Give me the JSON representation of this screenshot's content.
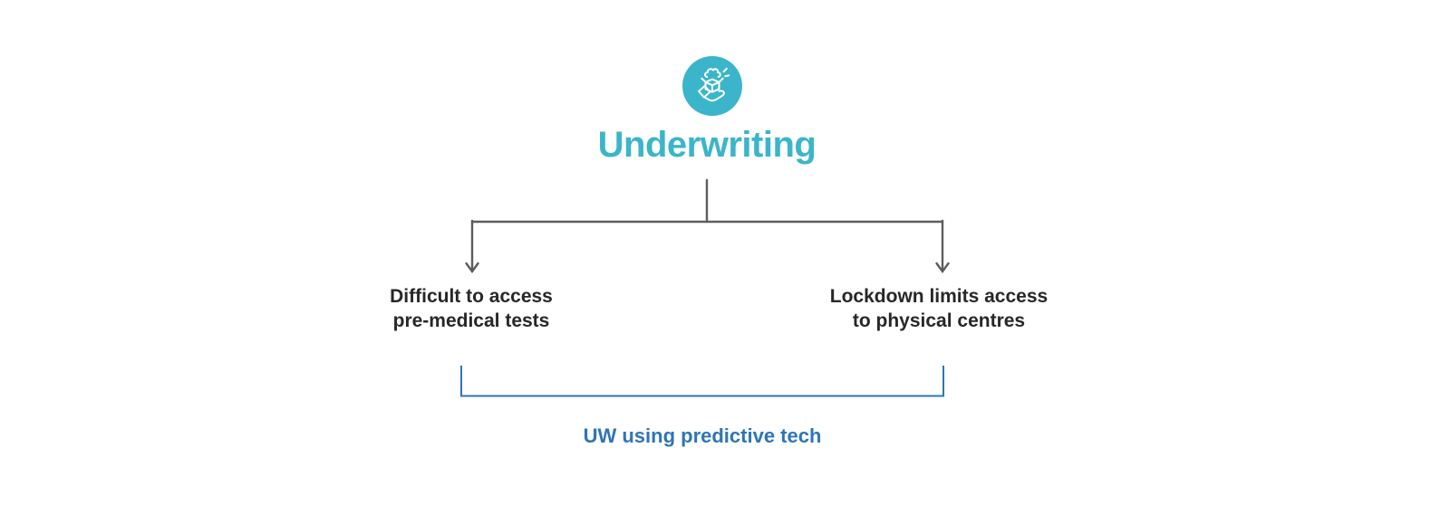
{
  "diagram": {
    "root": {
      "label": "Underwriting",
      "icon": "hand-holding-open-box-icon"
    },
    "branches": [
      {
        "line1": "Difficult to access",
        "line2": "pre-medical tests"
      },
      {
        "line1": "Lockdown limits access",
        "line2": "to physical centres"
      }
    ],
    "outcome": {
      "label": "UW using predictive tech"
    }
  },
  "colors": {
    "accent_teal": "#3bb5c9",
    "connector_gray": "#5d5d5d",
    "label_dark": "#272727",
    "outcome_blue": "#2e75b6",
    "background": "#ffffff",
    "icon_stroke": "#ffffff"
  }
}
